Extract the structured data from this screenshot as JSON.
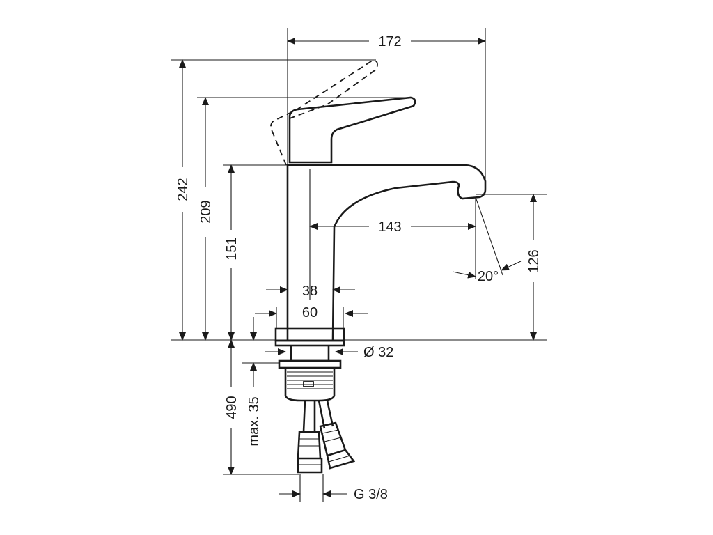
{
  "dimensions": {
    "overall_width": "172",
    "total_height": "242",
    "lever_height": "209",
    "body_height": "151",
    "spout_reach": "143",
    "outlet_height": "126",
    "spout_angle": "20°",
    "body_width": "38",
    "base_width": "60",
    "thread_diameter": "Ø 32",
    "hose_length": "490",
    "max_thickness": "max. 35",
    "connection": "G 3/8"
  },
  "colors": {
    "line": "#1a1a1a",
    "background": "#ffffff"
  }
}
